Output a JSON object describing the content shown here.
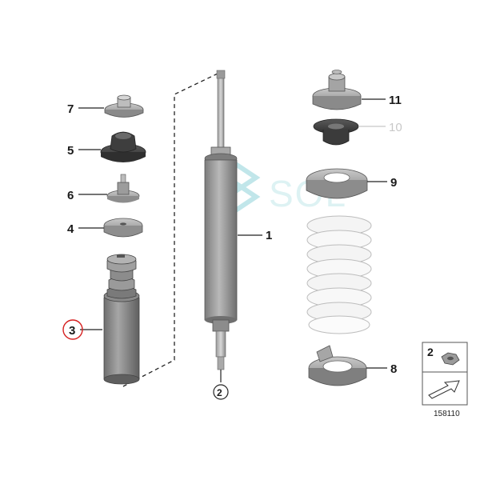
{
  "parts": [
    {
      "id": "p1",
      "number": "1"
    },
    {
      "id": "p2",
      "number": "2"
    },
    {
      "id": "p3",
      "number": "3"
    },
    {
      "id": "p4",
      "number": "4"
    },
    {
      "id": "p5",
      "number": "5"
    },
    {
      "id": "p6",
      "number": "6"
    },
    {
      "id": "p7",
      "number": "7"
    },
    {
      "id": "p8",
      "number": "8"
    },
    {
      "id": "p9",
      "number": "9"
    },
    {
      "id": "p10",
      "number": "10"
    },
    {
      "id": "p11",
      "number": "11"
    }
  ],
  "inset": {
    "part_number": "2"
  },
  "diagram_id": "158110",
  "watermark": "SOL",
  "highlight": {
    "part": "3",
    "color": "#d62020"
  }
}
